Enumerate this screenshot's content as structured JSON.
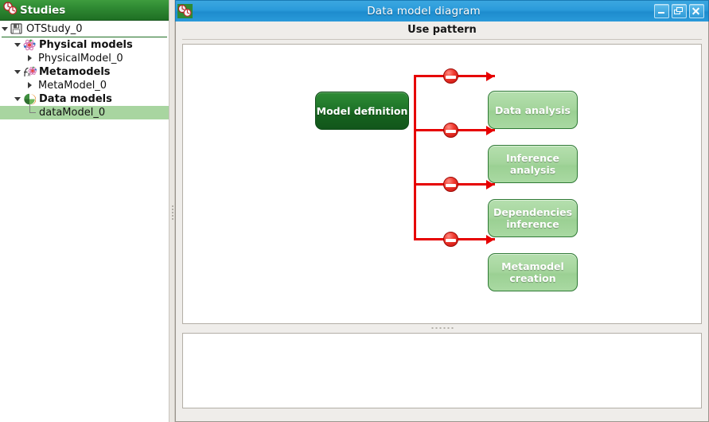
{
  "dock": {
    "title": "Studies",
    "title_icon": "studies-icon",
    "tree": [
      {
        "id": "otstudy",
        "label": "OTStudy_0",
        "bold": false,
        "level": 0,
        "twisty": "down",
        "icon": "floppy-disk-icon"
      },
      {
        "id": "physical-models",
        "label": "Physical models",
        "bold": true,
        "level": 1,
        "twisty": "down",
        "icon": "atom-icon"
      },
      {
        "id": "physicalmodel-0",
        "label": "PhysicalModel_0",
        "bold": false,
        "level": 2,
        "twisty": "right",
        "icon": "none"
      },
      {
        "id": "metamodels",
        "label": "Metamodels",
        "bold": true,
        "level": 1,
        "twisty": "down",
        "icon": "function-atom-icon"
      },
      {
        "id": "metamodel-0",
        "label": "MetaModel_0",
        "bold": false,
        "level": 2,
        "twisty": "right",
        "icon": "none"
      },
      {
        "id": "data-models",
        "label": "Data models",
        "bold": true,
        "level": 1,
        "twisty": "down",
        "icon": "pie-chart-icon"
      },
      {
        "id": "datamodel-0",
        "label": "dataModel_0",
        "bold": false,
        "level": 2,
        "twisty": "none",
        "icon": "elbow",
        "selected": true
      }
    ]
  },
  "window": {
    "title": "Data model diagram",
    "icon": "app-icon",
    "buttons": {
      "minimize": "minimize-button",
      "maximize": "restore-button",
      "close": "close-button"
    },
    "section_header": "Use pattern"
  },
  "diagram": {
    "source": {
      "id": "model-definition",
      "label": "Model definition",
      "style": "dark"
    },
    "targets": [
      {
        "id": "data-analysis",
        "label": "Data analysis",
        "style": "light",
        "enabled": false
      },
      {
        "id": "inference-analysis",
        "label": "Inference analysis",
        "style": "light",
        "enabled": false
      },
      {
        "id": "dependencies-inference",
        "label": "Dependencies inference",
        "style": "light",
        "enabled": false
      },
      {
        "id": "metamodel-creation",
        "label": "Metamodel creation",
        "style": "light",
        "enabled": false
      }
    ],
    "connector_marker": "blocked-icon",
    "wire_color": "#e60000"
  },
  "colors": {
    "dock_title_green": "#2f8a33",
    "selection_green": "#a8d5a0",
    "window_title_blue": "#2a9ada",
    "node_dark_green": "#1f7529",
    "node_light_green": "#a4d59c",
    "panel_bg": "#efedea"
  }
}
